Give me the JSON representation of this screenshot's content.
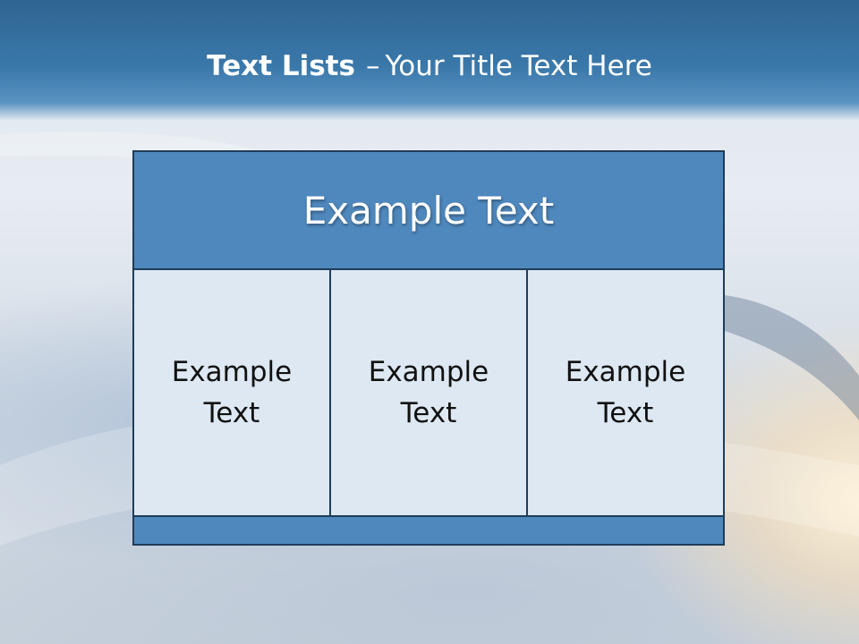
{
  "slide": {
    "title_strong": "Text Lists",
    "title_separator": "–",
    "title_rest": "Your Title Text Here"
  },
  "table": {
    "header": "Example Text",
    "cells": [
      {
        "line1": "Example",
        "line2": "Text"
      },
      {
        "line1": "Example",
        "line2": "Text"
      },
      {
        "line1": "Example",
        "line2": "Text"
      }
    ]
  },
  "colors": {
    "header_band": "#3a78aa",
    "table_header": "#4f88bd",
    "cell_background": "#dde8f2",
    "border": "#1f3d5a"
  }
}
